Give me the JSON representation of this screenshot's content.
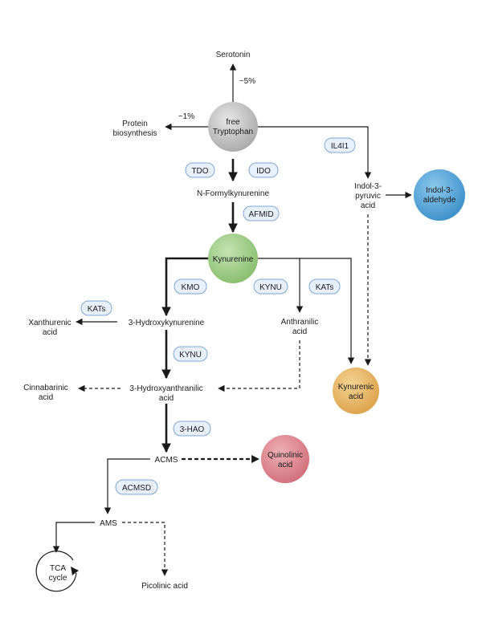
{
  "nodes": {
    "serotonin": "Serotonin",
    "pct_5": "~5%",
    "pct_1": "~1%",
    "protein_1": "Protein",
    "protein_2": "biosynthesis",
    "free_1": "free",
    "free_2": "Tryptophan",
    "nfk": "N-Formylkynurenine",
    "kynurenine": "Kynurenine",
    "indol_1": "Indol-3-",
    "indol_2": "pyruvic",
    "indol_3": "acid",
    "indald_1": "Indol-3-",
    "indald_2": "aldehyde",
    "xanth_1": "Xanthurenic",
    "xanth_2": "acid",
    "hk": "3-Hydroxykynurenine",
    "anth_1": "Anthranilic",
    "anth_2": "acid",
    "kyna_1": "Kynurenic",
    "kyna_2": "acid",
    "cinn_1": "Cinnabarinic",
    "cinn_2": "acid",
    "haa_1": "3-Hydroxyanthranilic",
    "haa_2": "acid",
    "acms": "ACMS",
    "quin_1": "Quinolinic",
    "quin_2": "acid",
    "ams": "AMS",
    "tca_1": "TCA",
    "tca_2": "cycle",
    "picolinic": "Picolinic acid"
  },
  "enzymes": {
    "tdo": "TDO",
    "ido": "IDO",
    "il4i1": "IL4I1",
    "afmid": "AFMID",
    "kmo": "KMO",
    "kynu1": "KYNU",
    "kats1": "KATs",
    "kats2": "KATs",
    "kynu2": "KYNU",
    "hao": "3-HAO",
    "acmsd": "ACMSD"
  },
  "colors": {
    "tryptophan": "#bdbdbd",
    "kynurenine": "#9ccc85",
    "indol_aldehyde": "#4aa3d8",
    "kynurenic": "#e8b55c",
    "quinolinic": "#e0868f",
    "enzyme_fill": "#e8f0fb",
    "enzyme_stroke": "#7fa6d6"
  }
}
